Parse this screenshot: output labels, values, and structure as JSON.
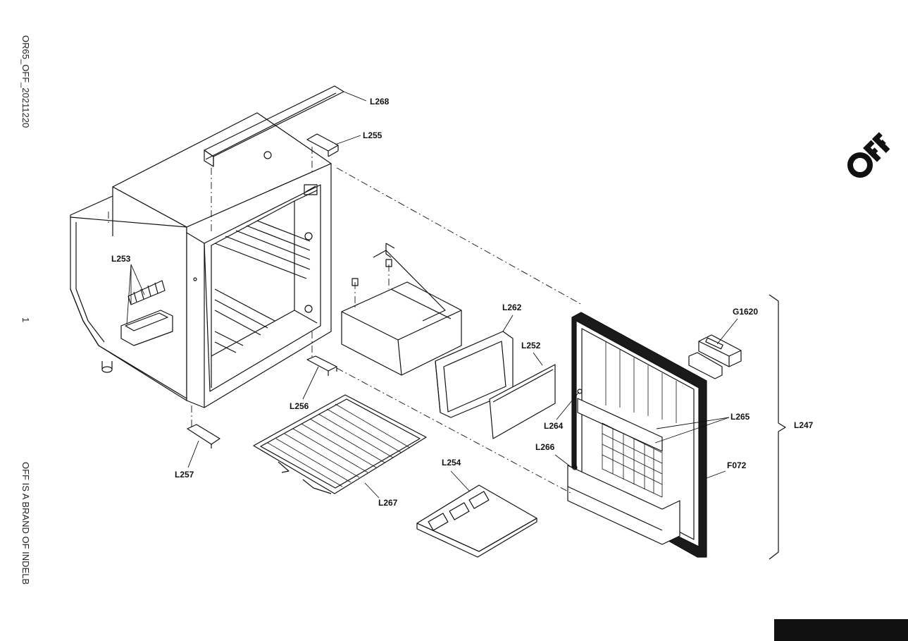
{
  "side_text": {
    "doc_code": "OR65_OFF_20211220",
    "page_number": "1",
    "brand_line": "OFF IS A BRAND OF INDELB"
  },
  "brand": {
    "logo_text": "OFF",
    "logo_icon": "off-logo-icon"
  },
  "parts": [
    {
      "id": "L268"
    },
    {
      "id": "L255"
    },
    {
      "id": "L253"
    },
    {
      "id": "L262"
    },
    {
      "id": "L252"
    },
    {
      "id": "G1620"
    },
    {
      "id": "L256"
    },
    {
      "id": "L264"
    },
    {
      "id": "L265"
    },
    {
      "id": "L247"
    },
    {
      "id": "L266"
    },
    {
      "id": "F072"
    },
    {
      "id": "L254"
    },
    {
      "id": "L257"
    },
    {
      "id": "L267"
    }
  ],
  "colors": {
    "line": "#111111",
    "background": "#ffffff",
    "gasket": "#1a1a1a"
  }
}
